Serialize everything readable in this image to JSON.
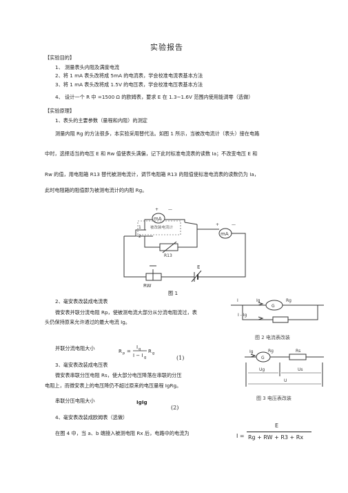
{
  "title": "实验报告",
  "purpose": {
    "heading": "【实验目的】",
    "items": [
      "1、   测量表头内阻及满度电流",
      "2、将 1 mA 表头改将成 5mA 的电流表，学会校准电流表基本方法",
      "3、将 1 mA 表头改将成 1.5V 的电压表，学会校准电压表基本方法",
      "4、 设计一个 R 中 =1500 Ω 的欧姆表，要求 E 在 1.3~1.6V 范围内使用能调零（选做）"
    ]
  },
  "principle": {
    "heading": "【实验原理】",
    "sec1_title": "1、表头的主要参数（量程和内阻）的测定",
    "p1": "测量内阻 Rg 的方法很多，本实验采用替代法。如图         1 所示，当被改电流计（表头）接在电路",
    "p2": "中时，选择适当的电压  E 和 Rw 值使表头满偏，记下此时标准电流表的读数          Ia；不改变电压 E 和",
    "p3": "Rw 的值，用电阻箱  R13 替代被测电流计，调节电阻箱        R13 的阻值使标准电流表的读数仍为       Ia，",
    "p4": "此时电阻箱的阻值即为被测电流计的内阻        Rg。"
  },
  "fig1": {
    "caption": "图 1",
    "meter1": "mA",
    "meter2": "mA",
    "dut_label": "被改装电流计",
    "sw1": "1",
    "sw2": "2",
    "plus": "+",
    "minus": "—",
    "r13": "R13",
    "rw": "RW",
    "e": "E"
  },
  "sec2": {
    "title": "2、毫安表改装成电流表",
    "p1": "微安表并联分流电阻  Rp，使被测电流大部分从分流电阻流过，表",
    "p2": "头仍保持原来允许通过的最大电流         Ig。",
    "shunt_label": "并联分流电阻大小",
    "eq_num": "(1)"
  },
  "fig2": {
    "caption": "图 2 电流表改装",
    "i": "I",
    "ig": "Ig",
    "i_minus_ig": "I - Ig",
    "g": "G",
    "rg": "Rg"
  },
  "sec3": {
    "title": "3、毫安表改装成电压表",
    "p1": "微安表串联分压电阻  Rs，使大部分电压降落在串联的分压",
    "p2": "电阻上，而微安表上的电压降仍不超过原来的电压量程         IgRg。",
    "series_label": "串联分压电阻大小",
    "eq_text": "IgIg",
    "eq_num": "(2)"
  },
  "fig3": {
    "caption": "图 3 电压表改装",
    "ig": "Ig",
    "g": "G",
    "rg": "Rg",
    "rs": "Rs",
    "ug": "Ug",
    "us": "Us",
    "u": "U"
  },
  "sec4": {
    "title": "4、毫安表改装成欧姆表（选做）",
    "p1": "在图 4 中，当 a、b 端接入被测电阻  Rx 后，电路中的电流为",
    "eq_lhs": "I =",
    "eq_num": "E",
    "eq_den": "Rg + RW + R3 + Rx"
  }
}
